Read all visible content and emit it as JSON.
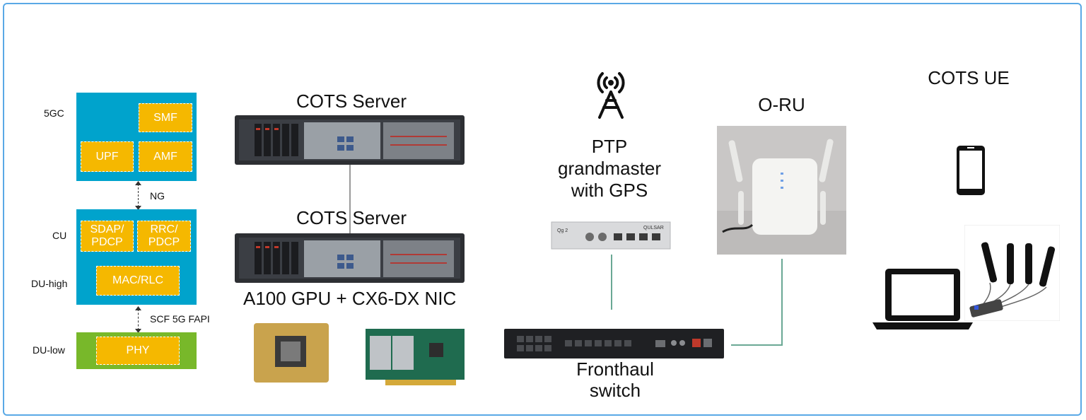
{
  "stack": {
    "layers": {
      "fivegc": "5GC",
      "cu": "CU",
      "du_high": "DU-high",
      "du_low": "DU-low"
    },
    "functions": {
      "smf": "SMF",
      "upf": "UPF",
      "amf": "AMF",
      "sdap_pdcp": "SDAP/ PDCP",
      "rrc_pdcp": "RRC/ PDCP",
      "mac_rlc": "MAC/RLC",
      "phy": "PHY"
    },
    "interfaces": {
      "ng": "NG",
      "fapi": "SCF 5G FAPI"
    }
  },
  "servers": {
    "top_title": "COTS Server",
    "bottom_title": "COTS Server",
    "gpu_nic_title": "A100 GPU + CX6-DX NIC"
  },
  "ptp": {
    "title_line1": "PTP",
    "title_line2": "grandmaster",
    "title_line3": "with GPS",
    "device_brand": "QULSAR",
    "device_model": "Qg 2"
  },
  "fronthaul": {
    "title_line1": "Fronthaul",
    "title_line2": "switch"
  },
  "oru": {
    "title": "O-RU"
  },
  "ue": {
    "title": "COTS UE"
  },
  "colors": {
    "blue": "#00a3cc",
    "green": "#78b82a",
    "yellow": "#f5b800",
    "connector": "#6aa894",
    "frame": "#5aa9e6"
  },
  "icons": [
    "antenna-tower-icon",
    "smartphone-icon",
    "laptop-icon"
  ]
}
